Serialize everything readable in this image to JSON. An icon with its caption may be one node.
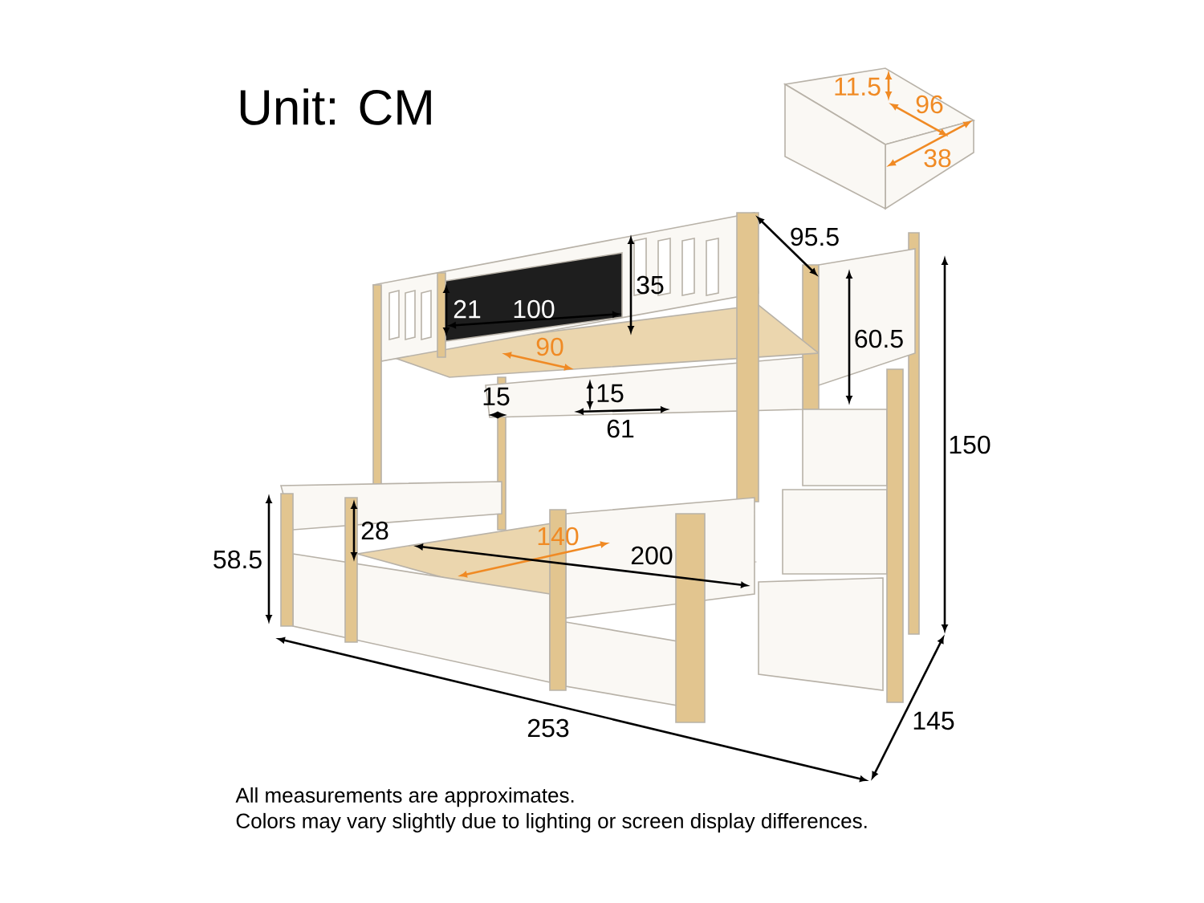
{
  "diagram": {
    "title": "Unit: CM",
    "labels": [
      "11.5",
      "96",
      "38",
      "95.5",
      "35",
      "21",
      "100",
      "90",
      "60.5",
      "15",
      "15",
      "61",
      "150",
      "58.5",
      "28",
      "140",
      "200",
      "253",
      "145",
      "All measurements are approximates.",
      "Colors may vary slightly due to lighting or screen display differences."
    ]
  }
}
